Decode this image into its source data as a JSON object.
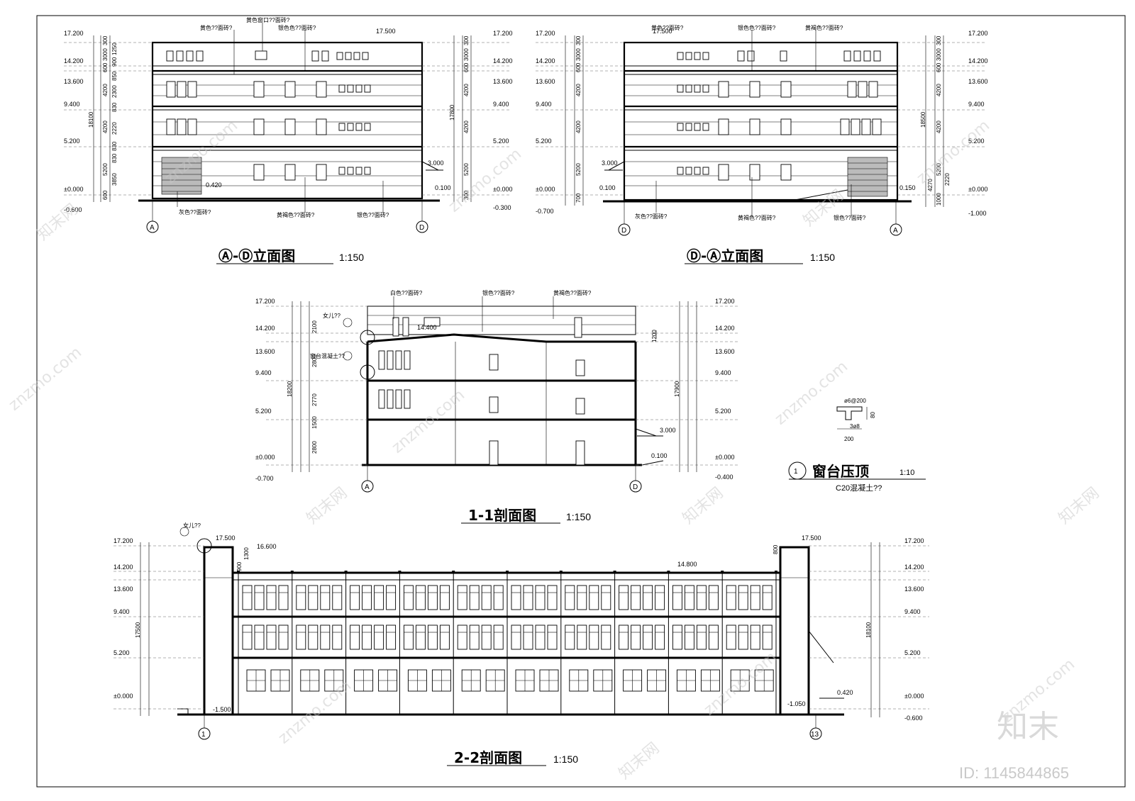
{
  "drawings": {
    "elev_ad": {
      "title": "Ⓐ-Ⓓ立面图",
      "scale": "1:150",
      "axis_left": "A",
      "axis_right": "D"
    },
    "elev_da": {
      "title": "Ⓓ-Ⓐ立面图",
      "scale": "1:150",
      "axis_left": "D",
      "axis_right": "A"
    },
    "section_11": {
      "title": "1-1剖面图",
      "scale": "1:150",
      "axis_left": "A",
      "axis_right": "D"
    },
    "section_22": {
      "title": "2-2剖面图",
      "scale": "1:150",
      "axis_left": "1",
      "axis_right": "13"
    },
    "detail": {
      "number": "1",
      "title": "窗台压顶",
      "scale": "1:10",
      "material": "C20混凝土??",
      "rebar_top": "ø6@200",
      "rebar_bottom": "3ø8",
      "width": "200",
      "height": "80"
    }
  },
  "levels": {
    "l1": "17.200",
    "l2": "14.200",
    "l3": "13.600",
    "l4": "9.400",
    "l5": "5.200",
    "l6": "±0.000"
  },
  "elev_ad": {
    "bottom_left": "-0.600",
    "bottom_right": "-0.300",
    "top": "17.500",
    "canopy": "3.000",
    "step": "0.100",
    "ramp": "0.420",
    "left_dims": [
      "300",
      "3000",
      "600",
      "4200",
      "4200",
      "5200",
      "600"
    ],
    "left_total": "18100",
    "inner_dims": [
      "900",
      "1250",
      "850",
      "830",
      "2300",
      "830",
      "2220",
      "830",
      "3850"
    ],
    "right_dims": [
      "300",
      "3000",
      "600",
      "4200",
      "4200",
      "5200",
      "300"
    ],
    "right_total": "17800",
    "notes_top": [
      "黄色??面砖?",
      "黄色窗口??面砖?",
      "银色色??面砖?"
    ],
    "notes_bottom": [
      "灰色??面砖?",
      "黄褐色??面砖?",
      "银色??面砖?"
    ]
  },
  "elev_da": {
    "bottom_left": "-0.700",
    "bottom_right": "-1.000",
    "top": "17.500",
    "canopy": "3.000",
    "step": "0.100",
    "ramp": "0.150",
    "left_dims": [
      "300",
      "3000",
      "600",
      "4200",
      "4200",
      "5200",
      "700"
    ],
    "right_dims": [
      "300",
      "3000",
      "600",
      "4200",
      "4200",
      "5200",
      "1000"
    ],
    "right_total": "18500",
    "inner_dims": [
      "4270",
      "2220"
    ],
    "notes_top": [
      "黄色??面砖?",
      "银色色??面砖?",
      "黄褐色??面砖?"
    ],
    "notes_bottom": [
      "灰色??面砖?",
      "黄褐色??面砖?",
      "银色??面砖?"
    ]
  },
  "section_11": {
    "bottom_left": "-0.700",
    "bottom_right": "-0.400",
    "canopy": "3.000",
    "step": "0.100",
    "roof_mark": "14.400",
    "parapet_dim": "1200",
    "left_total": "18200",
    "right_total": "17900",
    "inner_dims": [
      "2100",
      "2800",
      "2770",
      "1500",
      "2800"
    ],
    "notes": [
      "白色??面砖?",
      "银色??面砖?",
      "黄褐色??面砖?",
      "女儿??",
      "窗台混凝土??"
    ]
  },
  "section_22": {
    "bottom_right": "-0.600",
    "top_left": "17.500",
    "top_right": "17.500",
    "roof_left": "16.600",
    "roof_mid": "14.800",
    "pit_left": "-1.500",
    "pit_right": "-1.050",
    "step": "0.420",
    "left_total": "17500",
    "right_total": "18100",
    "parapet_note": "女儿??",
    "parapet_dims": [
      "900",
      "1300",
      "800"
    ]
  },
  "watermark": {
    "site": "znzmo.com",
    "brand": "知末网",
    "logo": "知末",
    "id": "ID: 1145844865"
  }
}
